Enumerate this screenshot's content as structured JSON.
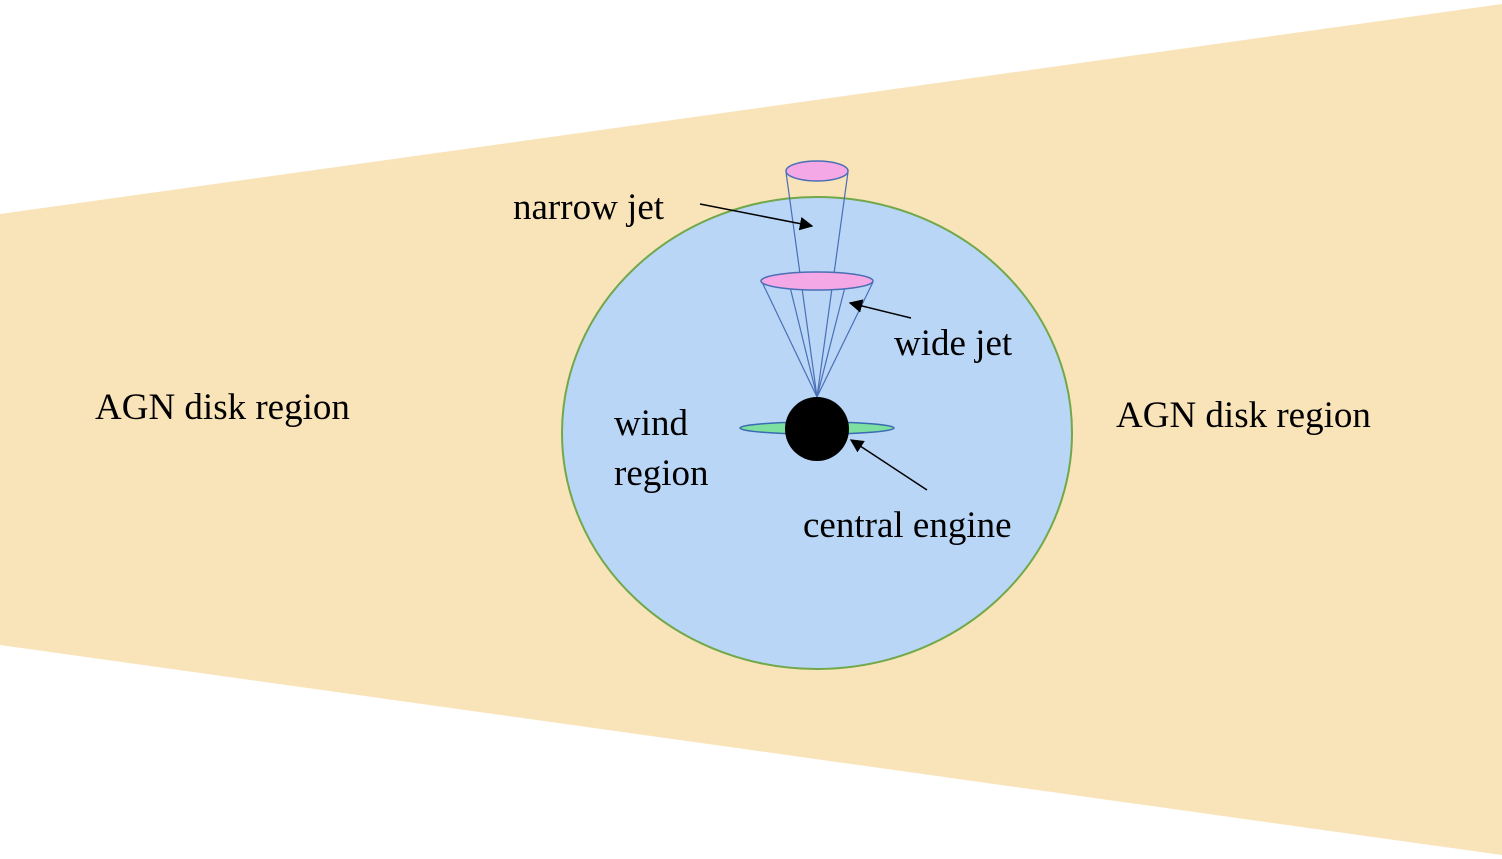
{
  "colors": {
    "background": "#ffffff",
    "agn_disk": "#f9e3b8",
    "wind_region": "#b9d6f7",
    "wind_region_outline": "#70a84a",
    "jet_cap": "#f4a8e6",
    "jet_cap_outline": "#4a6fb5",
    "jet_cone_lines": "#4a6fb5",
    "accretion_disk": "#7ee0a0",
    "accretion_disk_outline": "#3a6ab0",
    "central_engine": "#000000",
    "text": "#000000",
    "arrow": "#000000"
  },
  "labels": {
    "agn_disk_left": "AGN disk region",
    "agn_disk_right": "AGN disk region",
    "narrow_jet": "narrow jet",
    "wide_jet": "wide jet",
    "wind_line1": "wind",
    "wind_line2": "region",
    "central_engine": "central engine"
  },
  "icons": {
    "central_engine": "black-hole-icon",
    "accretion_disk": "accretion-disk-icon"
  }
}
